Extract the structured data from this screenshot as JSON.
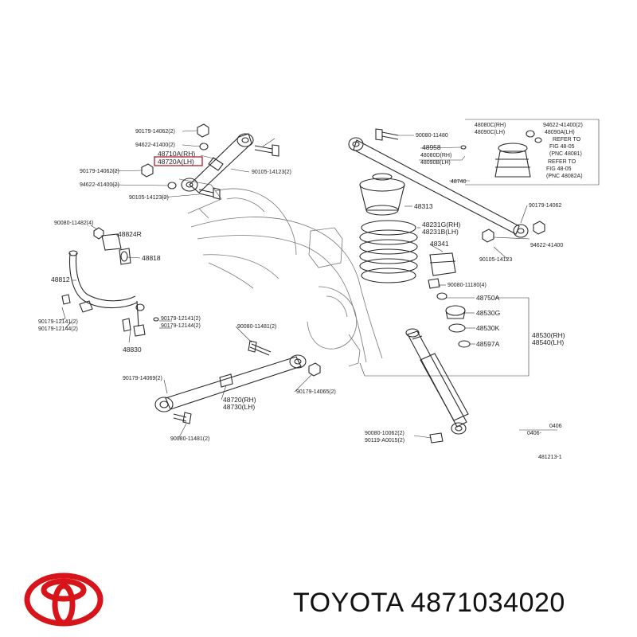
{
  "labels": {
    "l1": "90179-14062(2)",
    "l2": "94622-41400(2)",
    "l3": "48710A(RH)",
    "l4": "48720A(LH)",
    "l5": "90179-14062(2)",
    "l6": "94622-41400(2)",
    "l7": "90105-14123(2)",
    "l8": "90105-14123(2)",
    "l9": "90080-11480",
    "l10": "48958",
    "l11": "48080C(RH)",
    "l12": "48090C(LH)",
    "l13": "48080D(RH)",
    "l14": "48090B(LH)",
    "l15": "48740",
    "l16": "94622-41400(2)",
    "l17": "48090A(LH)",
    "l18": "REFER TO",
    "l19": "FIG 48-05",
    "l20": "(PNC 48081)",
    "l21": "REFER TO",
    "l22": "FIG 48-05",
    "l23": "(PNC 48082A)",
    "l24": "48313",
    "l25": "90179-14062",
    "l26": "94622-41400",
    "l27": "90105-14123",
    "l28": "48231G(RH)",
    "l29": "48231B(LH)",
    "l30": "48341",
    "l31": "90080-11180(4)",
    "l32": "48750A",
    "l33": "48530G",
    "l34": "48530K",
    "l35": "48597A",
    "l36": "48530(RH)",
    "l37": "48540(LH)",
    "l38": "90080-11482(4)",
    "l39": "48824R",
    "l40": "48818",
    "l41": "48812",
    "l42": "90179-12141(2)",
    "l43": "90179-12144(2)",
    "l44": "90179-12141(2)",
    "l45": "90179-12144(2)",
    "l46": "48830",
    "l47": "90080-11481(2)",
    "l48": "90179-14069(2)",
    "l49": "48720(RH)",
    "l50": "48730(LH)",
    "l51": "90179-14065(2)",
    "l52": "90080-11481(2)",
    "l53": "90080-10062(2)",
    "l54": "90119-A0015(2)",
    "l55": "0406",
    "l56": "0406-",
    "l57": "481213-1"
  },
  "brand": {
    "caption": "TOYOTA 4871034020",
    "logo_color": "#d7141a"
  },
  "icons": {
    "logo": "toyota-logo-icon"
  }
}
